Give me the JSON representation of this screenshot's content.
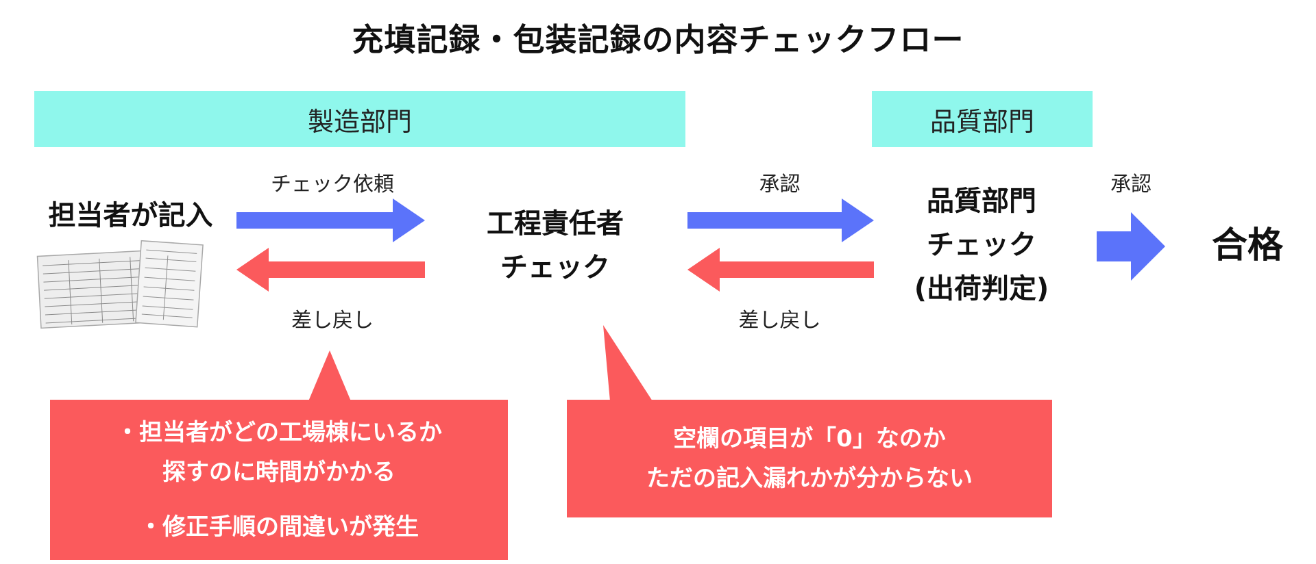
{
  "title": "充填記録・包装記録の内容チェックフロー",
  "colors": {
    "dept_bg": "#8ff7ec",
    "forward_arrow": "#5b73fa",
    "return_arrow": "#fb5a5c",
    "callout_bg": "#fb5a5c"
  },
  "departments": {
    "manufacturing": "製造部門",
    "quality": "品質部門"
  },
  "nodes": {
    "recorder": "担当者が記入",
    "process_manager": [
      "工程責任者",
      "チェック"
    ],
    "quality_check": [
      "品質部門",
      "チェック",
      "(出荷判定)"
    ],
    "pass": "合格"
  },
  "arrow_labels": {
    "check_request": "チェック依頼",
    "return_1": "差し戻し",
    "approve_1": "承認",
    "return_2": "差し戻し",
    "approve_2": "承認"
  },
  "callouts": {
    "left": [
      "・担当者がどの工場棟にいるか",
      "探すのに時間がかかる",
      "・修正手順の間違いが発生"
    ],
    "right": [
      "空欄の項目が「0」なのか",
      "ただの記入漏れかが分からない"
    ]
  }
}
